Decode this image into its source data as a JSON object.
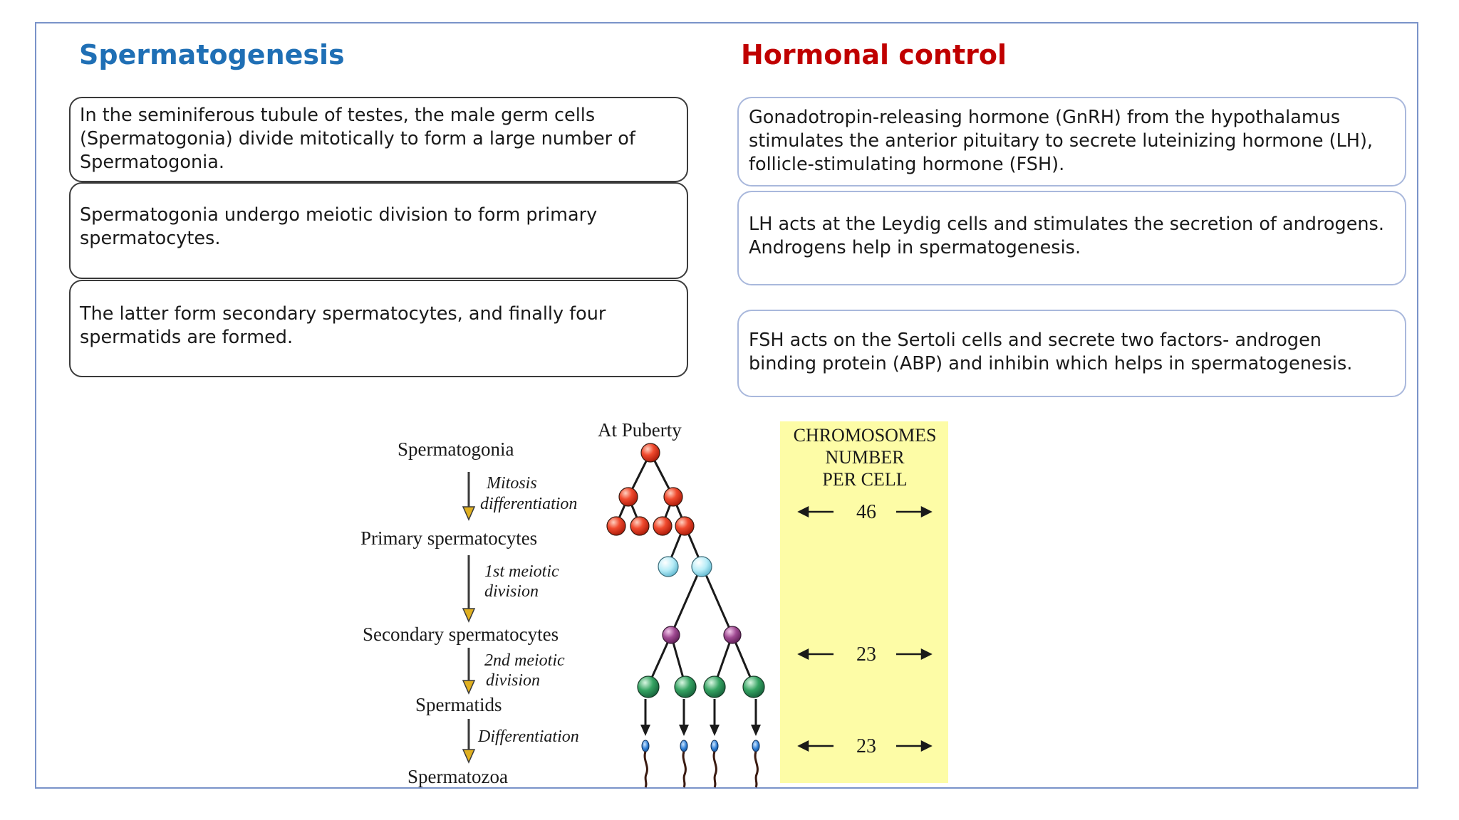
{
  "spermatogenesis": {
    "title": "Spermatogenesis",
    "steps": [
      "In the seminiferous tubule of testes, the male germ cells (Spermatogonia) divide mitotically to form a large number of Spermatogonia.",
      "Spermatogonia undergo meiotic division to form primary spermatocytes.",
      "The latter form secondary spermatocytes, and finally four spermatids are formed."
    ]
  },
  "hormonal": {
    "title": "Hormonal control",
    "points": [
      "Gonadotropin-releasing hormone (GnRH) from the hypothalamus stimulates the anterior pituitary to secrete luteinizing hormone (LH), follicle-stimulating hormone (FSH).",
      "LH acts at the Leydig cells and stimulates the secretion of androgens. Androgens help in spermatogenesis.",
      "FSH acts on the Sertoli cells and secrete two factors- androgen binding protein (ABP) and inhibin which helps in spermatogenesis."
    ]
  },
  "diagram": {
    "at_puberty": "At Puberty",
    "stages": [
      "Spermatogonia",
      "Primary spermatocytes",
      "Secondary spermatocytes",
      "Spermatids",
      "Spermatozoa"
    ],
    "transitions": [
      [
        "Mitosis",
        "differentiation"
      ],
      [
        "1st meiotic",
        "division"
      ],
      [
        "2nd meiotic",
        "division"
      ],
      [
        "Differentiation"
      ]
    ],
    "chromosome_panel": {
      "title": [
        "CHROMOSOMES",
        "NUMBER",
        "PER CELL"
      ],
      "values": [
        "46",
        "23",
        "23"
      ]
    },
    "colors": {
      "spermatogonia": "#e8321e",
      "primary": "#a8e4f2",
      "secondary": "#9a3f8c",
      "spermatids": "#2e9a5a",
      "sperm_head": "#2e7fd6",
      "panel": "#fdfca6",
      "transition_arrow": "#e0b020"
    }
  }
}
